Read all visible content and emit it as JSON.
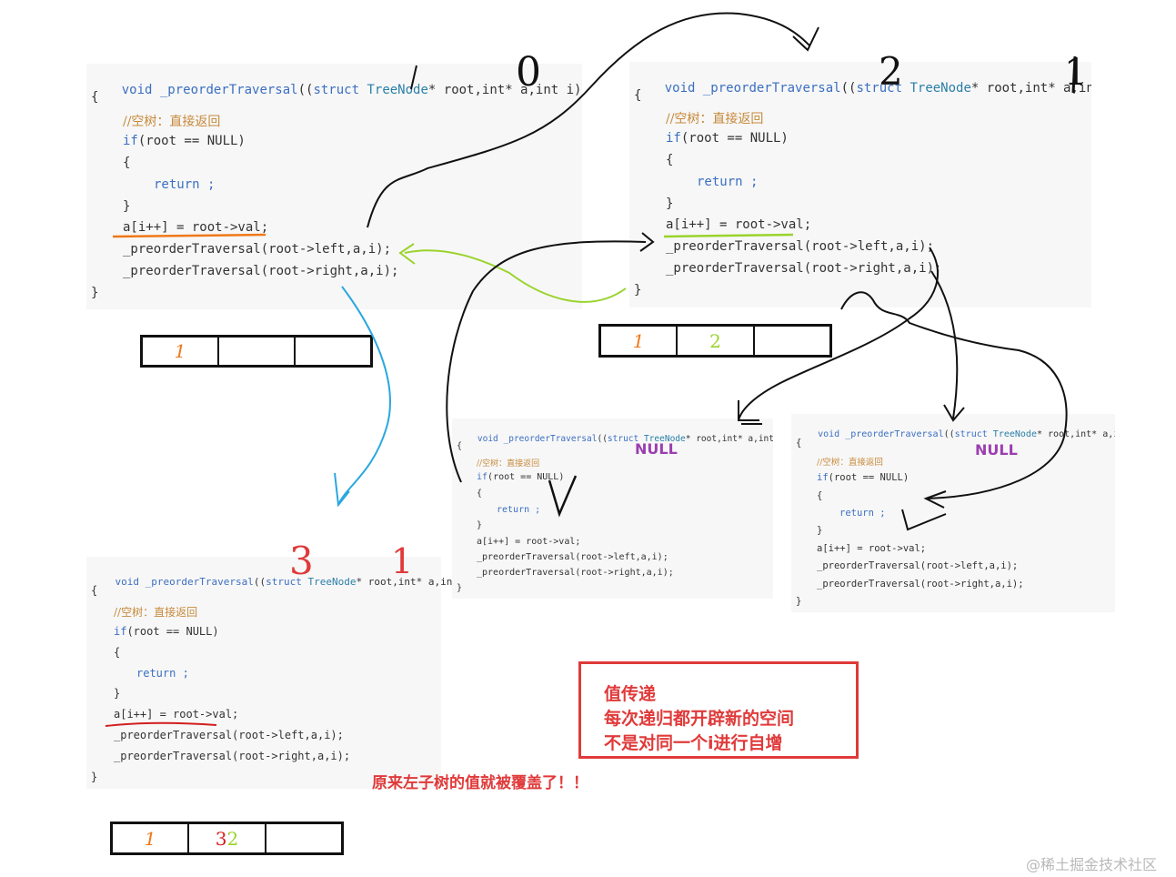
{
  "code": {
    "signature": "void _preorderTraversal((struct TreeNode* root,int* a,int i)",
    "sig_void": "void",
    "sig_fn": "_preorderTraversal",
    "sig_paren": "((",
    "sig_struct": "struct",
    "sig_type": "TreeNode",
    "sig_rest": "* root,int* a,int i)",
    "brace_open": "{",
    "comment": "//空树：直接返回",
    "if_line": "if(root == NULL)",
    "if_kw": "if",
    "if_rest": "(root == NULL)",
    "inner_open": "{",
    "return_line": "return ;",
    "inner_close": "}",
    "assign_line": "a[i++] = root->val;",
    "left_call": "_preorderTraversal(root->left,a,i);",
    "right_call": "_preorderTraversal(root->right,a,i);",
    "brace_close": "}"
  },
  "null_label": "NULL",
  "hand_marks": {
    "panel1_num": "0",
    "panel2_num": "2",
    "panel2_i": "1",
    "panel3_num": "3",
    "panel3_i": "1",
    "array1_cell1": "1",
    "array2_cell1": "1",
    "array2_cell2": "2",
    "array3_cell1": "1",
    "array3_cell2_red": "3",
    "array3_cell2_green": "2"
  },
  "note": {
    "line1": "值传递",
    "line2": "每次递归都开辟新的空间",
    "line3": "不是对同一个i进行自增"
  },
  "overwrite_text": "原来左子树的值就被覆盖了！！",
  "watermark": "@稀土掘金技术社区",
  "colors": {
    "keyword": "#3b6fc2",
    "comment": "#c78a3b",
    "null_purple": "#9b3fb0",
    "note_red": "#e03a3a",
    "ink_black": "#111111",
    "arrow_blue": "#2aa7e0",
    "arrow_green": "#9ad32c",
    "underline_orange": "#f07818",
    "underline_red": "#d21e1e"
  }
}
